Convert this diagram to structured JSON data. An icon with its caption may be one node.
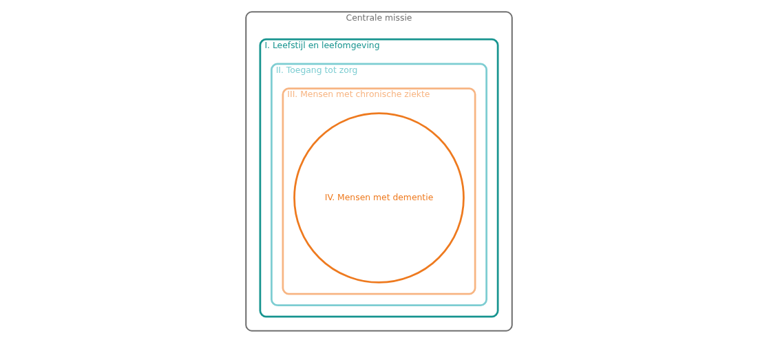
{
  "diagram": {
    "nodes": [
      {
        "text": [
          "Centrale missie"
        ]
      },
      {
        "text": [
          "I. Leefstijl en leefomgeving"
        ],
        "in": 0
      },
      {
        "text": [
          "II. Toegang tot zorg"
        ],
        "in": 1
      },
      {
        "text": [
          "III. Mensen met chronische ziekte"
        ],
        "in": 2
      },
      {
        "text": [
          "IV. Mensen met dementie"
        ],
        "in": 3
      }
    ],
    "edges": []
  }
}
